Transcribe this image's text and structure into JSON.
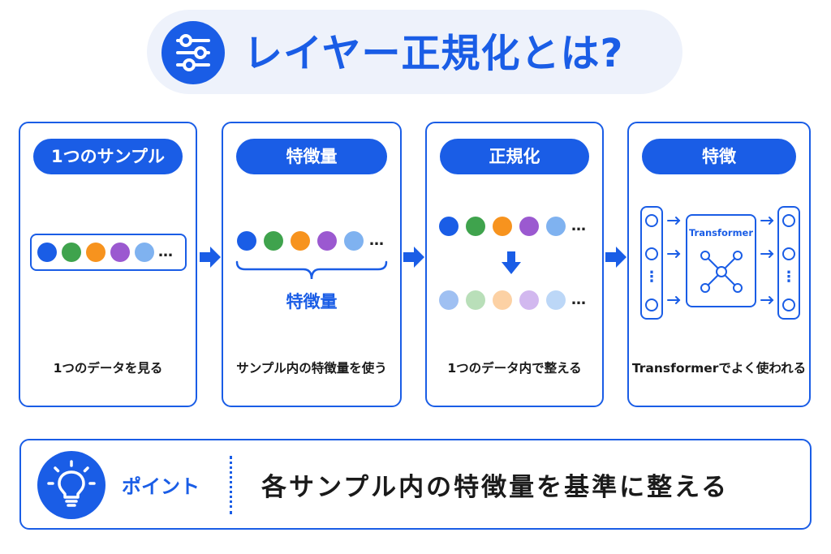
{
  "title": "レイヤー正規化とは?",
  "steps": [
    {
      "label": "1つのサンプル",
      "caption": "1つのデータを見る"
    },
    {
      "label": "特徴量",
      "caption": "サンプル内の特徴量を使う",
      "brace_label": "特徴量"
    },
    {
      "label": "正規化",
      "caption": "1つのデータ内で整える"
    },
    {
      "label": "特徴",
      "caption": "Transformerでよく使われる",
      "box_label": "Transformer"
    }
  ],
  "ellipsis": "…",
  "vertical_ellipsis": "⋮",
  "point": {
    "label": "ポイント",
    "text": "各サンプル内の特徴量を基準に整える"
  },
  "colors": {
    "accent": "#1a5de6",
    "dots": [
      "#1a5de6",
      "#3fa34d",
      "#f7931e",
      "#9b59d0",
      "#7fb2f0"
    ],
    "dots_light": [
      "#9fc0f2",
      "#b9dfb9",
      "#fcd1a4",
      "#d2b8ef",
      "#bcd7f7"
    ]
  },
  "icons": [
    "sliders-icon",
    "arrow-right-icon",
    "arrow-down-icon",
    "network-icon",
    "lightbulb-icon"
  ]
}
